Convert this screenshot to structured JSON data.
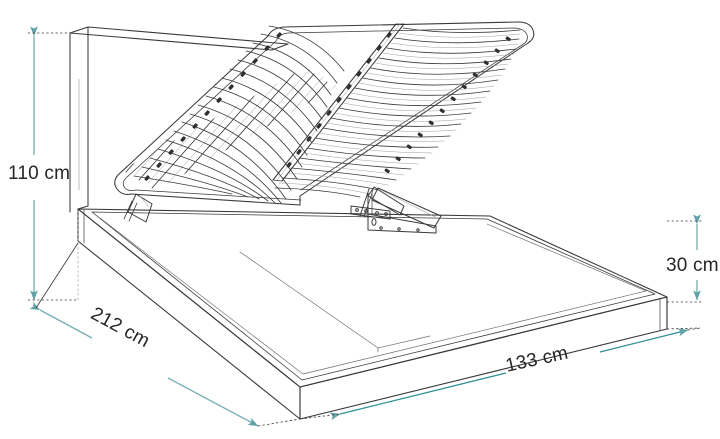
{
  "drawing": {
    "title": "Upholstered storage bed with lift-up slatted frame",
    "view": "isometric technical line drawing",
    "background_color": "#ffffff",
    "line_color": "#3a3a3a",
    "dimension_color": "#74aeb3",
    "text_color": "#262626"
  },
  "dimensions": {
    "height": {
      "label": "110 cm",
      "value": 110,
      "unit": "cm",
      "position": "left",
      "measures": "total height including headboard"
    },
    "length": {
      "label": "212 cm",
      "value": 212,
      "unit": "cm",
      "position": "bottom-left",
      "measures": "overall length",
      "rotation_deg": 28.5
    },
    "width": {
      "label": "133 cm",
      "value": 133,
      "unit": "cm",
      "position": "bottom-right",
      "measures": "overall width",
      "rotation_deg": -12.5
    },
    "box_height": {
      "label": "30 cm",
      "value": 30,
      "unit": "cm",
      "position": "right",
      "measures": "storage box height"
    }
  },
  "parts": {
    "headboard": "tall upholstered headboard panel",
    "storage_box": "rectangular upholstered base box",
    "slat_frame": "lift-up slatted bed base, raised open",
    "slat_count_per_half": 22,
    "lift_mechanism": "gas piston lift strut with metal mounting bracket",
    "center_beam": "central longitudinal support rail"
  }
}
